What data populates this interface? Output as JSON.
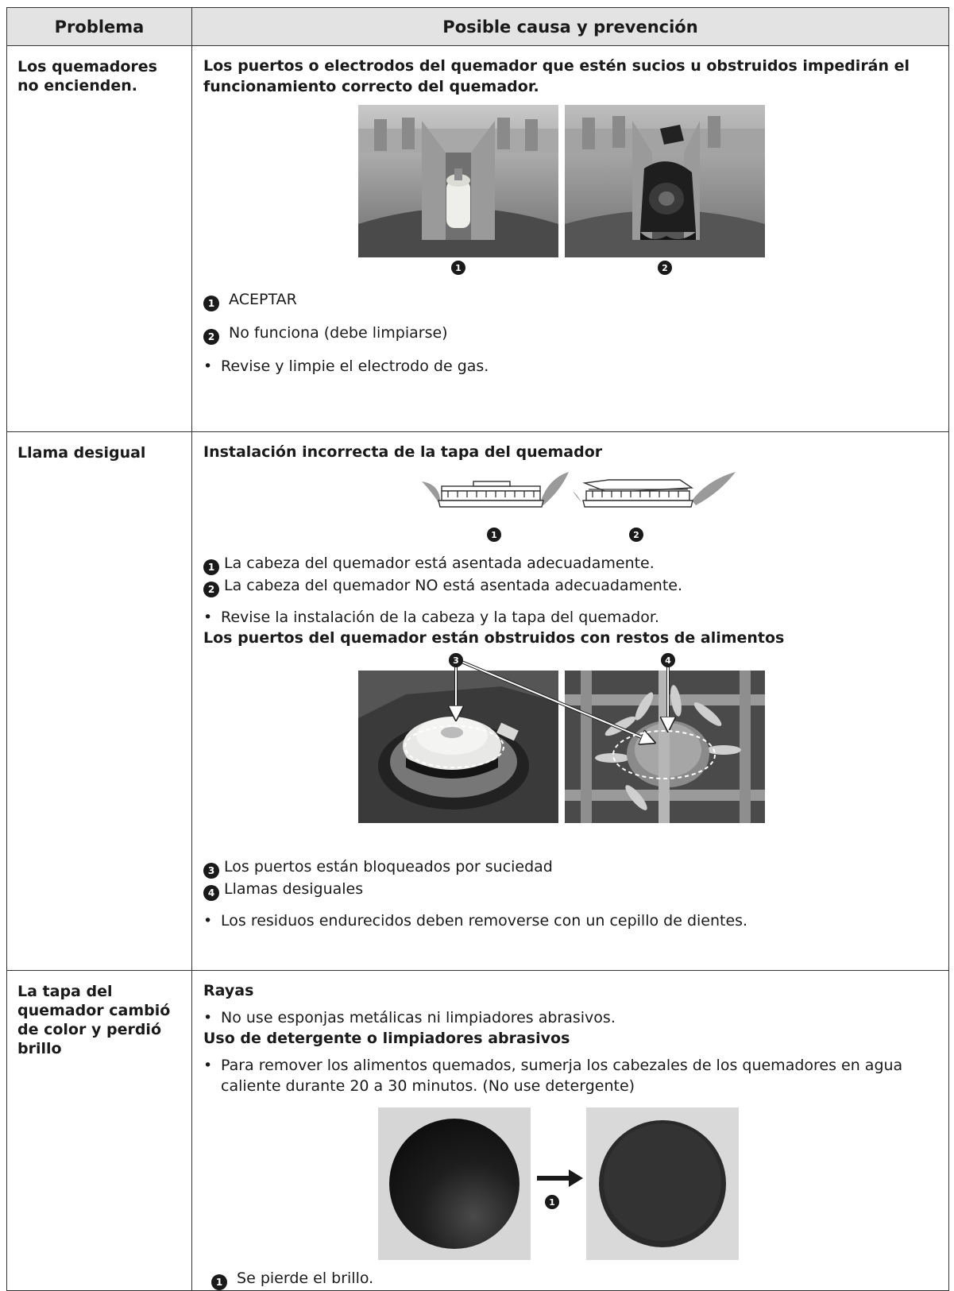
{
  "header": {
    "col_problem": "Problema",
    "col_cause": "Posible causa y prevención"
  },
  "rows": [
    {
      "problem": "Los quemadores no encienden.",
      "cause_title": "Los puertos o electrodos del quemador que estén sucios u obstruidos impedirán el funcionamiento correcto del quemador.",
      "callouts": [
        {
          "n": "1",
          "text": "ACEPTAR"
        },
        {
          "n": "2",
          "text": "No funciona (debe limpiarse)"
        }
      ],
      "bullet": "Revise y limpie el electrodo de gas."
    },
    {
      "problem": "Llama desigual",
      "cause_title": "Instalación incorrecta de la tapa del quemador",
      "callouts": [
        {
          "n": "1",
          "text": "La cabeza del quemador está asentada adecuadamente."
        },
        {
          "n": "2",
          "text": "La cabeza del quemador NO está asentada adecuadamente."
        }
      ],
      "bullet": "Revise la instalación de la cabeza y la tapa del quemador.",
      "cause_title_2": "Los puertos del quemador están obstruidos con restos de alimentos",
      "callouts_2": [
        {
          "n": "3",
          "text": "Los puertos están bloqueados por suciedad"
        },
        {
          "n": "4",
          "text": "Llamas desiguales"
        }
      ],
      "bullet_2": "Los residuos endurecidos deben removerse con un cepillo de dientes."
    },
    {
      "problem": "La tapa del quemador cambió de color y perdió brillo",
      "cause_title": "Rayas",
      "bullet": "No use esponjas metálicas ni limpiadores abrasivos.",
      "cause_title_2": "Uso de detergente o limpiadores abrasivos",
      "bullet_2": "Para remover los alimentos quemados, sumerja los cabezales de los quemadores en agua caliente durante 20 a 30 minutos. (No use detergente)",
      "callouts": [
        {
          "n": "1",
          "text": "Se pierde el brillo."
        }
      ]
    }
  ],
  "figure_labels": {
    "fig1": [
      "1",
      "2"
    ],
    "fig2": [
      "1",
      "2"
    ],
    "fig3": [
      "3",
      "4"
    ],
    "fig4": [
      "1"
    ]
  }
}
